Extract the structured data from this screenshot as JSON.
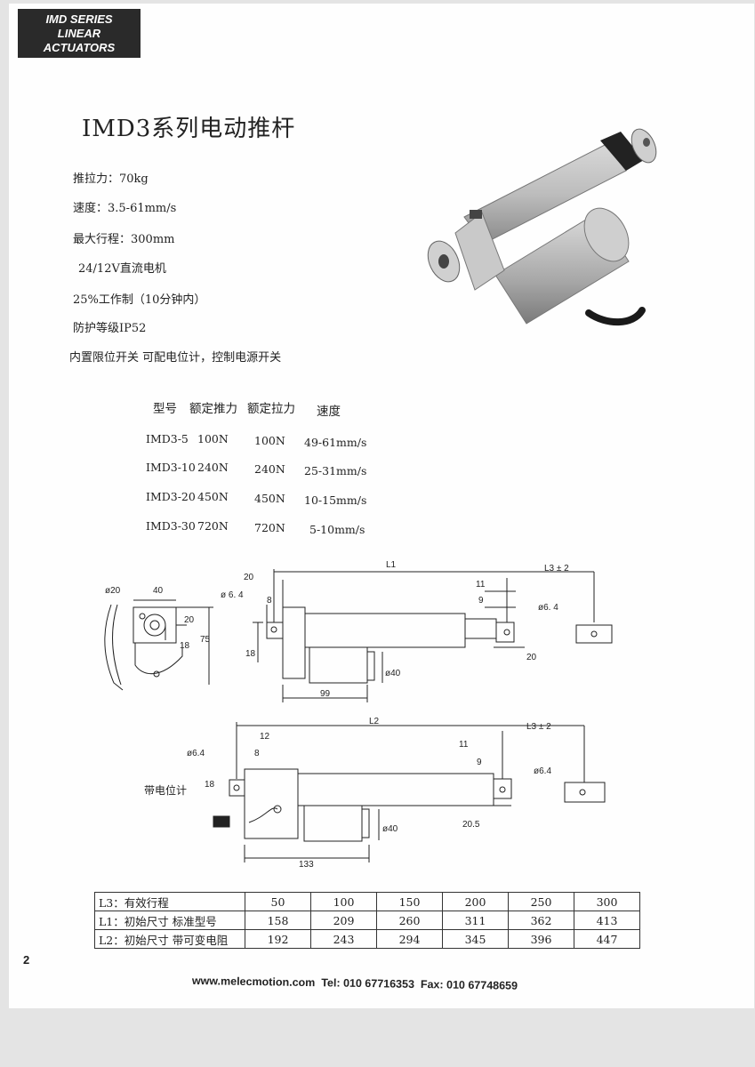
{
  "badge": {
    "line1": "IMD SERIES",
    "line2": "LINEAR",
    "line3": "ACTUATORS"
  },
  "title": "IMD3系列电动推杆",
  "specs": [
    "推拉力：70kg",
    "速度：3.5-61mm/s",
    "最大行程：300mm",
    "24/12V直流电机",
    "25%工作制（10分钟内）",
    "防护等级IP52",
    "内置限位开关 可配电位计，控制电源开关"
  ],
  "model_table": {
    "headers": [
      "型号",
      "额定推力",
      "额定拉力",
      "速度"
    ],
    "rows": [
      [
        "IMD3-5",
        "100N",
        "100N",
        "49-61mm/s"
      ],
      [
        "IMD3-10",
        "240N",
        "240N",
        "25-31mm/s"
      ],
      [
        "IMD3-20",
        "450N",
        "450N",
        "10-15mm/s"
      ],
      [
        "IMD3-30",
        "720N",
        "720N",
        "5-10mm/s"
      ]
    ]
  },
  "drawing_labels": {
    "phi20": "ø20",
    "d40": "40",
    "d20a": "20",
    "d18a": "18",
    "d75": "75",
    "top20": "20",
    "phi64a": "ø 6. 4",
    "top8": "8",
    "L1": "L1",
    "L3a": "L3 ± 2",
    "d11a": "11",
    "d9a": "9",
    "phi64b": "ø6. 4",
    "d18b": "18",
    "phi40a": "ø40",
    "d20b": "20",
    "d99": "99",
    "L2": "L2",
    "L3b": "L3 ± 2",
    "d12": "12",
    "phi64c": "ø6.4",
    "d8b": "8",
    "d11b": "11",
    "d9b": "9",
    "phi64d": "ø6.4",
    "d18c": "18",
    "phi40b": "ø40",
    "d205": "20.5",
    "d133": "133"
  },
  "pot_label": "带电位计",
  "dims_table": {
    "rows": [
      {
        "label": "L3：有效行程",
        "values": [
          "50",
          "100",
          "150",
          "200",
          "250",
          "300"
        ]
      },
      {
        "label": "L1：初始尺寸  标准型号",
        "values": [
          "158",
          "209",
          "260",
          "311",
          "362",
          "413"
        ]
      },
      {
        "label": "L2：初始尺寸  带可变电阻",
        "values": [
          "192",
          "243",
          "294",
          "345",
          "396",
          "447"
        ]
      }
    ]
  },
  "page_number": "2",
  "footer": "www.melecmotion.com  Tel: 010 67716353  Fax: 010 67748659"
}
